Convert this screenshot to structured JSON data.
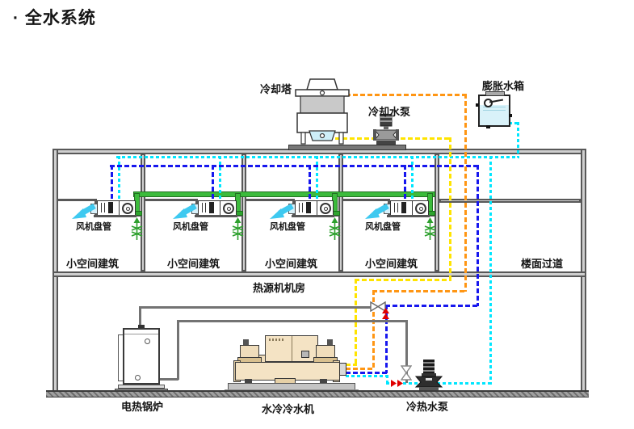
{
  "title": "· 全水系统",
  "diagram": {
    "equipment": {
      "cooling_tower": "冷却塔",
      "cooling_water_pump": "冷却水泵",
      "expansion_tank": "膨胀水箱",
      "fan_coil_unit": "风机盘管",
      "electric_boiler": "电热锅炉",
      "water_cooled_chiller": "水冷冷水机",
      "cold_hot_water_pump": "冷热水泵"
    },
    "zones": {
      "small_room": "小空间建筑",
      "floor_corridor": "楼面过道",
      "heat_source_plant_room": "热源机机房"
    },
    "counts": {
      "fan_coil_units": 4,
      "small_rooms": 4
    },
    "pipe_colors": {
      "condenser_water_orange": "#FF9614",
      "condenser_water_yellow": "#FFE400",
      "chilled_hot_water_blue": "#1717EE",
      "chilled_hot_water_cyan": "#00E6FF",
      "terminal_riser_green": "#3CBB3C",
      "plain_pipe_gray": "#737373",
      "flow_arrow_red": "#E00000"
    }
  }
}
